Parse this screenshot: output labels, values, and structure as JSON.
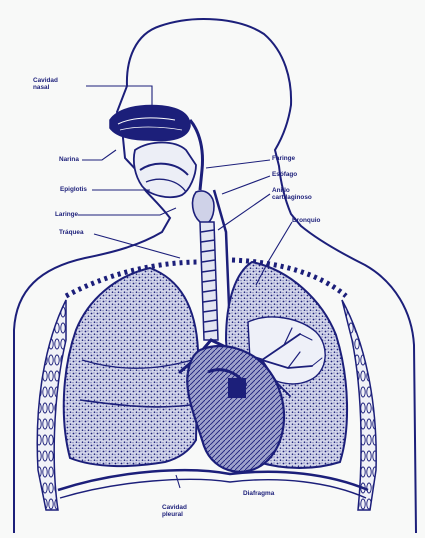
{
  "diagram": {
    "ink_color": "#1c1f7a",
    "paper_color": "#f8f9f8",
    "labels": {
      "cavidad_nasal": "Cavidad\nnasal",
      "narina": "Narina",
      "epiglotis": "Epiglotis",
      "laringe": "Laringe",
      "traquea": "Tráquea",
      "faringe": "Faringe",
      "esofago": "Esófago",
      "anillo_cartilaginoso": "Anillo\ncartilaginoso",
      "bronquio": "Bronquio",
      "cavidad_pleural": "Cavidad\npleural",
      "diafragma": "Diafragma"
    }
  }
}
